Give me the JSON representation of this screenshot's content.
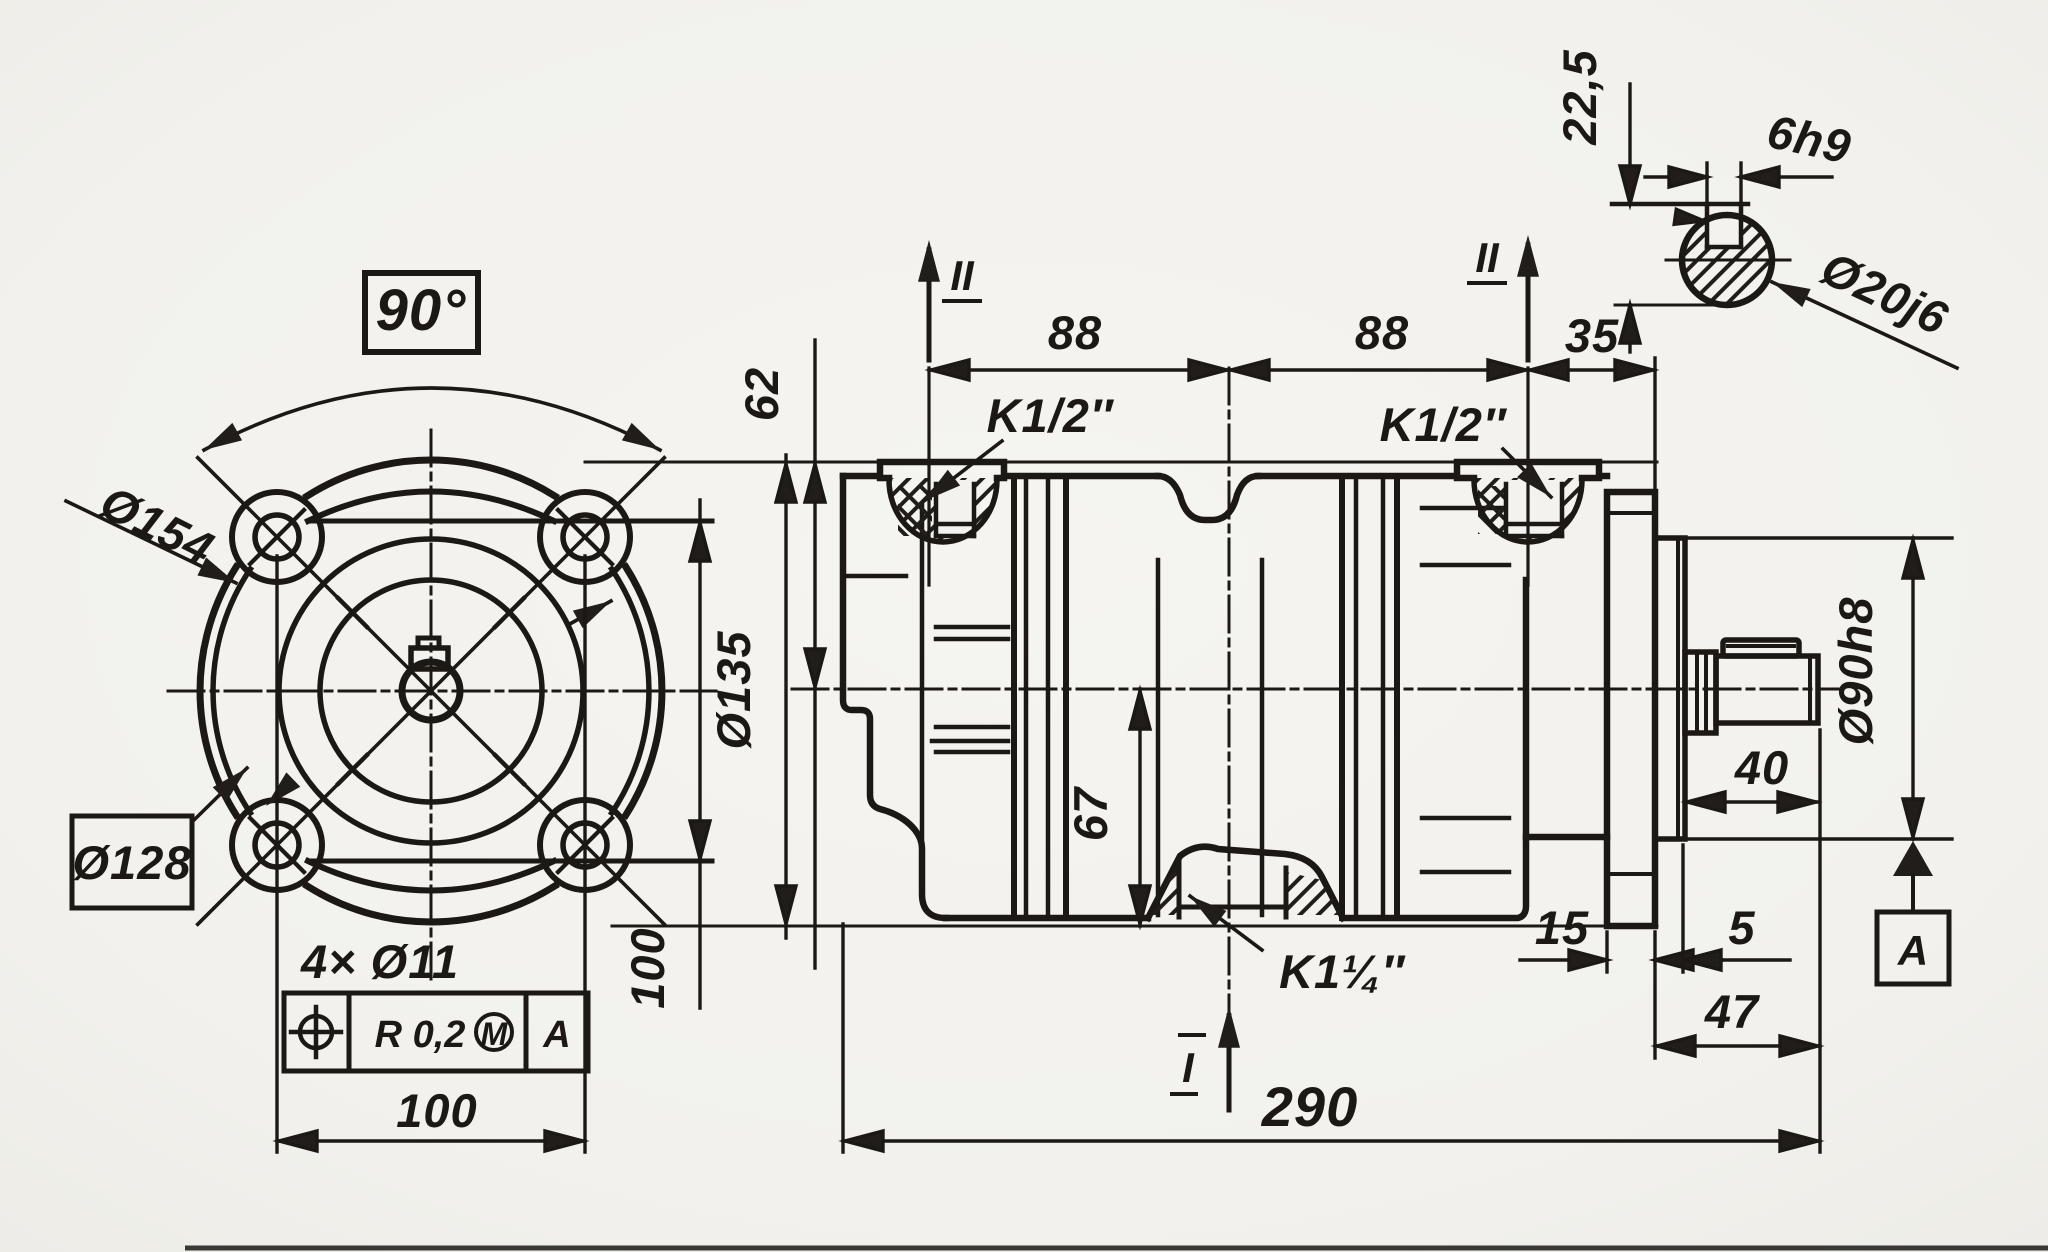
{
  "drawing": {
    "title": "pump outline technical drawing",
    "background_color": "#f3f2ee",
    "ink_color": "#201d1a",
    "front_view": {
      "angle_label": "90°",
      "bolt_circle_dia": "Ø154",
      "spigot_dia": "Ø128",
      "holes_note": "4× Ø11",
      "outer_dia": "Ø135",
      "bolt_spacing_h": "100",
      "bolt_spacing_v": "100",
      "tolerance_frame": {
        "symbol": "position-tolerance-icon",
        "value": "R 0,2",
        "modifier": "M",
        "datum_ref": "A"
      }
    },
    "side_view": {
      "height_to_axis": "62",
      "outer_dia": "Ø135",
      "port_pitch_1": "88",
      "port_pitch_2": "88",
      "flange_offset": "35",
      "port_top_1": "K1/2″",
      "port_top_2": "K1/2″",
      "port_bottom": "K1¼″",
      "port_depth": "67",
      "overall_length": "290",
      "shaft_overhang": "47",
      "flange_thickness": "15",
      "spigot_protrusion": "5",
      "shaft_length": "40",
      "spigot_dia": "Ø90h8",
      "datum_label": "A",
      "section_label_1": "II",
      "section_label_2": "II",
      "section_label_3": "I"
    },
    "shaft_section_detail": {
      "key_height_over_shaft": "22,5",
      "key_width": "6h9",
      "shaft_dia": "Ø20j6"
    }
  }
}
